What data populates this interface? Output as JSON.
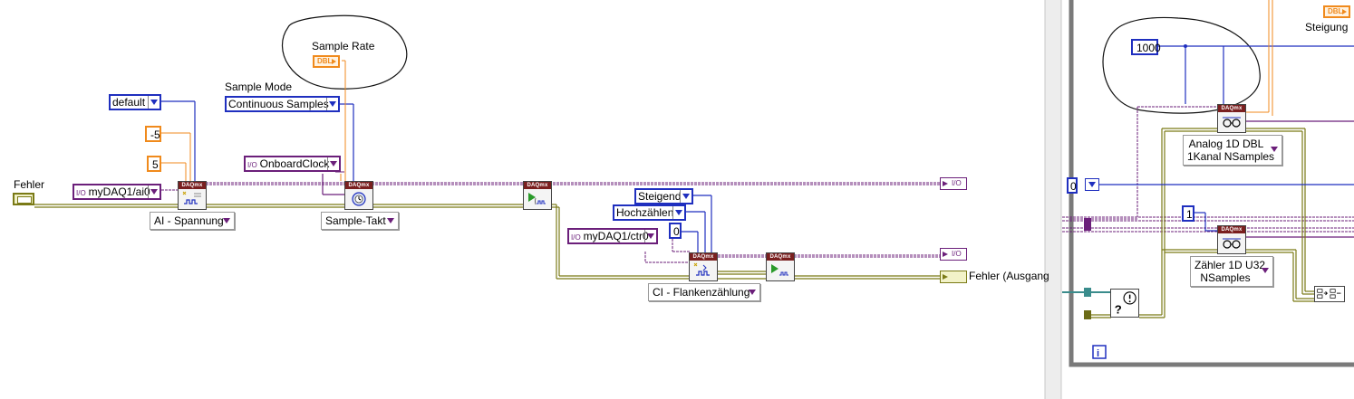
{
  "labels": {
    "fehler": "Fehler",
    "fehler_ausgang": "Fehler (Ausgang",
    "sample_rate": "Sample Rate",
    "sample_mode": "Sample Mode",
    "steigung": "Steigung"
  },
  "constants": {
    "default": "default",
    "minus5": "-5",
    "five": "5",
    "physical_channel_ai": "myDAQ1/ai0",
    "continuous_samples": "Continuous Samples",
    "onboard_clock": "OnboardClock",
    "steigend": "Steigend",
    "hochzaehlen": "Hochzählen",
    "zero": "0",
    "physical_channel_ctr": "myDAQ1/ctr0",
    "thousand": "1000",
    "one": "1",
    "zero_right": "0"
  },
  "io_prefix": "I/O",
  "selectors": {
    "ai_spannung": "AI - Spannung",
    "sample_takt": "Sample-Takt",
    "ci_flankenzaehlung": "CI - Flankenzählung",
    "analog_1d_line1": "Analog 1D DBL",
    "analog_1d_line2": "1Kanal NSamples",
    "zaehler_line1": "Zähler 1D U32",
    "zaehler_line2": "NSamples"
  },
  "nodes": {
    "daqmx_header": "DAQmx"
  },
  "terminals": {
    "dbl": "DBL",
    "io_out1": "I/O",
    "io_out2": "I/O"
  },
  "colors": {
    "task_wire": "#6b1f7a",
    "error_wire": "#7a7a16",
    "numeric_wire": "#1f2fbf",
    "double_wire": "#f08a1c",
    "daqmx_header": "#7a1f1f"
  }
}
